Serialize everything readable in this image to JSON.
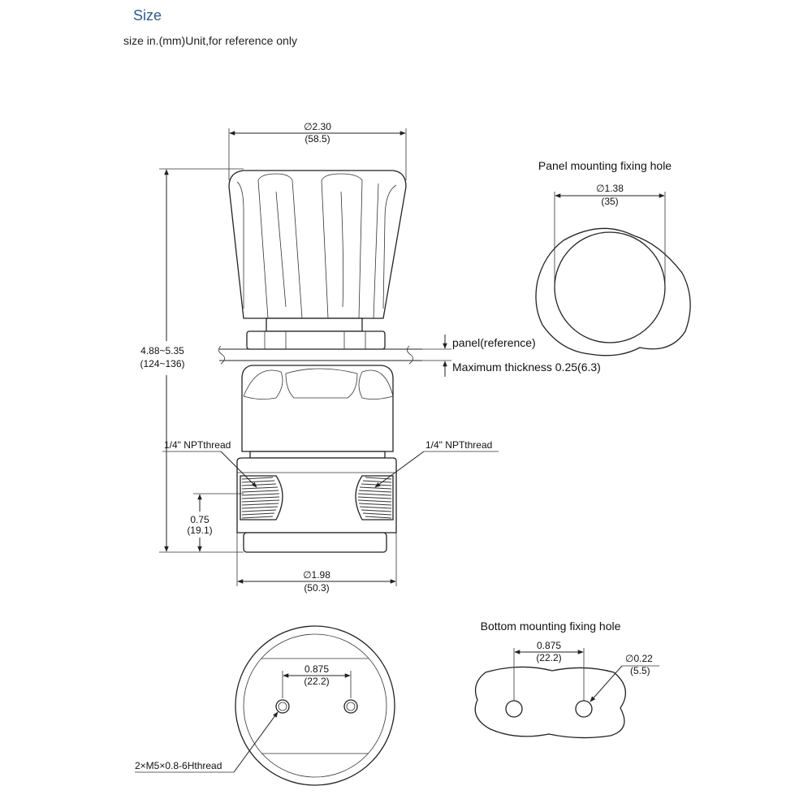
{
  "header": {
    "title": "Size",
    "subtitle": "size in.(mm)Unit,for reference only"
  },
  "colors": {
    "title": "#2e5d8e",
    "line": "#222222",
    "text": "#111111"
  },
  "side_view": {
    "knob_diameter": {
      "in": "∅2.30",
      "mm": "(58.5)"
    },
    "overall_height": {
      "in": "4.88~5.35",
      "mm": "(124~136)"
    },
    "panel_label": "panel(reference)",
    "max_thickness_label": "Maximum thickness 0.25(6.3)",
    "thread_left": "1/4\" NPTthread",
    "thread_right": "1/4\" NPTthread",
    "port_height": {
      "in": "0.75",
      "mm": "(19.1)"
    },
    "body_diameter": {
      "in": "∅1.98",
      "mm": "(50.3)"
    }
  },
  "panel_hole": {
    "title": "Panel mounting fixing hole",
    "diameter": {
      "in": "∅1.38",
      "mm": "(35)"
    }
  },
  "bottom_view": {
    "spacing": {
      "in": "0.875",
      "mm": "(22.2)"
    },
    "thread_label": "2×M5×0.8-6Hthread"
  },
  "bottom_hole": {
    "title": "Bottom mounting fixing hole",
    "spacing": {
      "in": "0.875",
      "mm": "(22.2)"
    },
    "hole_diameter": {
      "in": "∅0.22",
      "mm": "(5.5)"
    }
  }
}
